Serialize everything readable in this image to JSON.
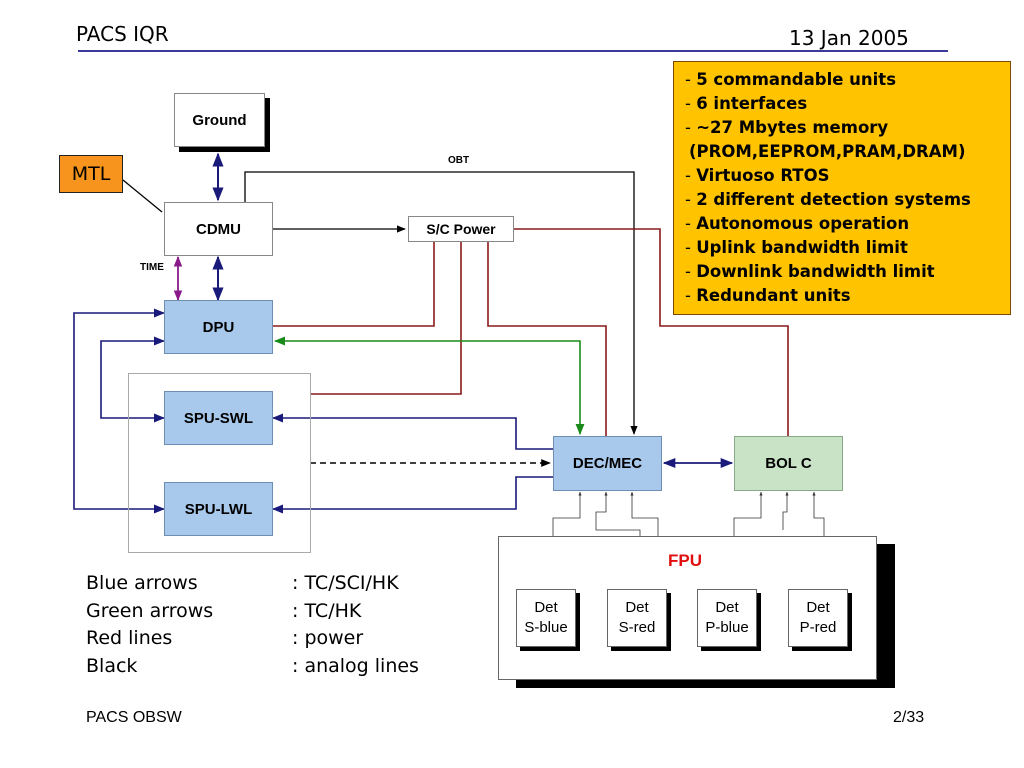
{
  "header": {
    "title": "PACS IQR",
    "date": "13 Jan 2005"
  },
  "footer": {
    "left": "PACS OBSW",
    "page": "2/33"
  },
  "diagram": {
    "ground": "Ground",
    "mtl": "MTL",
    "cdmu": "CDMU",
    "obt": "OBT",
    "time": "TIME",
    "sc_power": "S/C Power",
    "dpu": "DPU",
    "spu_swl": "SPU-SWL",
    "spu_lwl": "SPU-LWL",
    "dec_mec": "DEC/MEC",
    "bol_c": "BOL C",
    "fpu": "FPU",
    "detectors": [
      {
        "line1": "Det",
        "line2": "S-blue"
      },
      {
        "line1": "Det",
        "line2": "S-red"
      },
      {
        "line1": "Det",
        "line2": "P-blue"
      },
      {
        "line1": "Det",
        "line2": "P-red"
      }
    ]
  },
  "info_box": {
    "items": [
      {
        "prefix": "- ",
        "text": "5 commandable units"
      },
      {
        "prefix": "- ",
        "text": "6 interfaces"
      },
      {
        "prefix": "- ",
        "text": "~27 Mbytes memory"
      },
      {
        "prefix": " ",
        "text": "(PROM,EEPROM,PRAM,DRAM)"
      },
      {
        "prefix": "- ",
        "text": "Virtuoso RTOS"
      },
      {
        "prefix": "- ",
        "text": "2 different detection systems"
      },
      {
        "prefix": "- ",
        "text": "Autonomous operation"
      },
      {
        "prefix": "- ",
        "text": "Uplink bandwidth limit"
      },
      {
        "prefix": "- ",
        "text": "Downlink bandwidth limit"
      },
      {
        "prefix": "- ",
        "text": "Redundant units"
      }
    ]
  },
  "legend": [
    {
      "label": "Blue arrows",
      "value": ": TC/SCI/HK"
    },
    {
      "label": "Green arrows",
      "value": ": TC/HK"
    },
    {
      "label": "Red lines",
      "value": ": power"
    },
    {
      "label": "Black",
      "value": ": analog lines"
    }
  ],
  "colors": {
    "blue_line": "#1a1a7a",
    "green_line": "#1a8a1a",
    "red_line": "#8b1a1a",
    "purple_line": "#8a1a8a",
    "box_blue": "#a8c9ec",
    "box_green": "#c9e3c7",
    "info_bg": "#ffc300",
    "mtl_bg": "#f7941d",
    "fpu_label": "#e01010"
  }
}
